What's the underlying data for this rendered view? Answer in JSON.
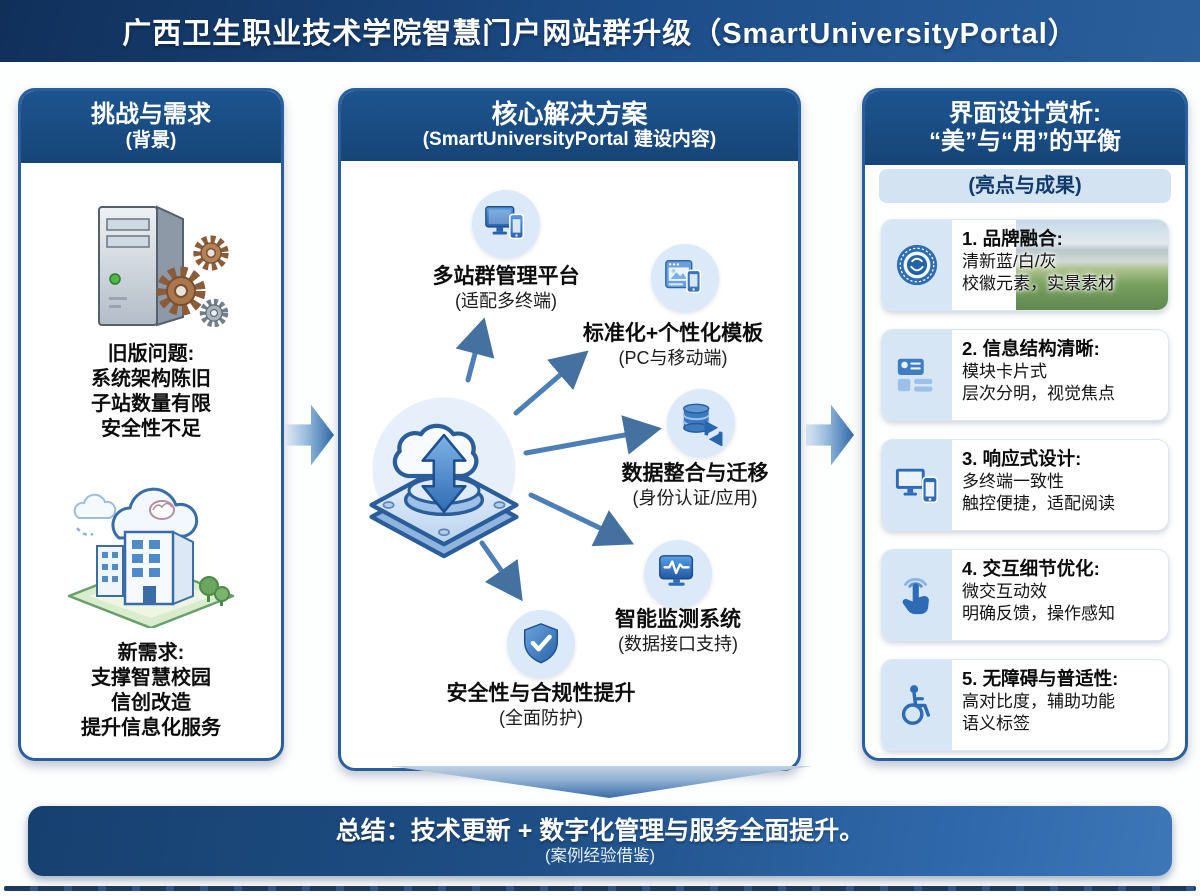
{
  "title": "广西卫生职业技术学院智慧门户网站群升级（SmartUniversityPortal）",
  "colors": {
    "header_bg": "#1d4e8a",
    "panel_border": "#2a5f9e",
    "panel_header_bg": "#1a4d85",
    "node_circle_bg": "#dbe9f9",
    "card_icon_bg": "#d7e6f5",
    "subheader_bg": "#d3e3f1",
    "subheader_text": "#0f3a6b",
    "arrow_blue": "#4b7fb6"
  },
  "left_panel": {
    "header_line1": "挑战与需求",
    "header_line2": "(背景)",
    "sections": [
      {
        "icon": "server-gears-icon",
        "lines": [
          "旧版问题:",
          "系统架构陈旧",
          "子站数量有限",
          "安全性不足"
        ]
      },
      {
        "icon": "smart-campus-cloud-icon",
        "lines": [
          "新需求:",
          "支撑智慧校园",
          "信创改造",
          "提升信息化服务"
        ]
      }
    ]
  },
  "center_panel": {
    "header_line1": "核心解决方案",
    "header_line2": "(SmartUniversityPortal 建设内容)",
    "hub_icon": "cloud-sync-platform-icon",
    "nodes": [
      {
        "icon": "multi-device-icon",
        "title": "多站群管理平台",
        "subtitle": "(适配多终端)"
      },
      {
        "icon": "template-devices-icon",
        "title": "标准化+个性化模板",
        "subtitle": "(PC与移动端)"
      },
      {
        "icon": "database-sync-icon",
        "title": "数据整合与迁移",
        "subtitle": "(身份认证/应用)"
      },
      {
        "icon": "monitor-pulse-icon",
        "title": "智能监测系统",
        "subtitle": "(数据接口支持)"
      },
      {
        "icon": "shield-check-icon",
        "title": "安全性与合规性提升",
        "subtitle": "(全面防护)"
      }
    ]
  },
  "right_panel": {
    "header_line1": "界面设计赏析:",
    "header_line2": "“美”与“用”的平衡",
    "subheader": "(亮点与成果)",
    "cards": [
      {
        "icon": "school-badge-icon",
        "title": "1. 品牌融合:",
        "lines": [
          "清新蓝/白/灰",
          "校徽元素，实景素材"
        ],
        "photo": "campus-photo"
      },
      {
        "icon": "card-layout-icon",
        "title": "2. 信息结构清晰:",
        "lines": [
          "模块卡片式",
          "层次分明，视觉焦点"
        ]
      },
      {
        "icon": "responsive-devices-icon",
        "title": "3. 响应式设计:",
        "lines": [
          "多终端一致性",
          "触控便捷，适配阅读"
        ]
      },
      {
        "icon": "touch-tap-icon",
        "title": "4. 交互细节优化:",
        "lines": [
          "微交互动效",
          "明确反馈，操作感知"
        ]
      },
      {
        "icon": "accessibility-icon",
        "title": "5. 无障碍与普适性:",
        "lines": [
          "高对比度，辅助功能",
          "语义标签"
        ]
      }
    ]
  },
  "summary": {
    "line1": "总结：技术更新 + 数字化管理与服务全面提升。",
    "line2": "(案例经验借鉴)"
  }
}
